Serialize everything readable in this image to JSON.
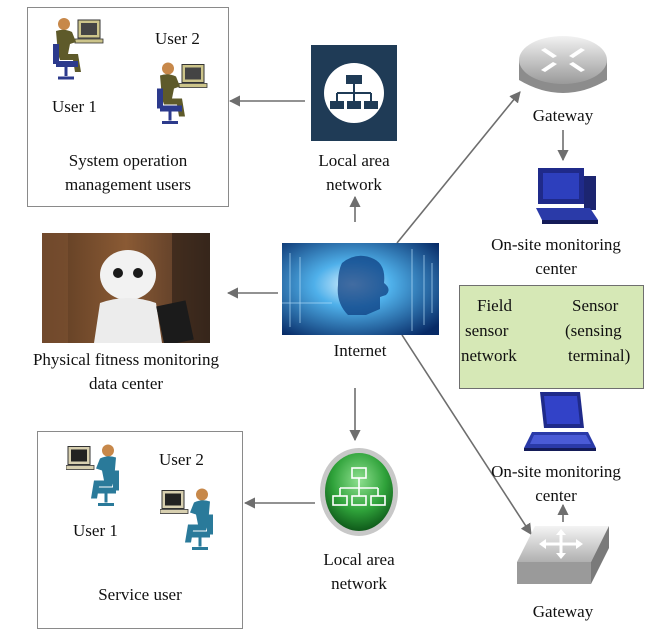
{
  "top_users": {
    "user1": "User 1",
    "user2": "User 2",
    "caption_line1": "System operation",
    "caption_line2": "management users"
  },
  "lan_top": {
    "line1": "Local area",
    "line2": "network"
  },
  "data_center": {
    "line1": "Physical fitness monitoring",
    "line2": "data center"
  },
  "internet": "Internet",
  "bottom_users": {
    "user1": "User 1",
    "user2": "User 2",
    "caption": "Service user"
  },
  "lan_bottom": {
    "line1": "Local area",
    "line2": "network"
  },
  "gateway_top": "Gateway",
  "onsite_top": {
    "line1": "On-site monitoring",
    "line2": "center"
  },
  "field": {
    "left_line1": "Field",
    "left_line2": "sensor",
    "left_line3": "network",
    "right_line1": "Sensor",
    "right_line2": "(sensing",
    "right_line3": "terminal)"
  },
  "onsite_bottom": {
    "line1": "On-site monitoring",
    "line2": "center"
  },
  "gateway_bottom": "Gateway",
  "colors": {
    "arrow": "#6e6e6e",
    "field_bg": "#d6e8b6",
    "field_arrow": "#e03a2a",
    "lan_tile": "#1f3b56",
    "lan_green": "#2fa23a"
  }
}
